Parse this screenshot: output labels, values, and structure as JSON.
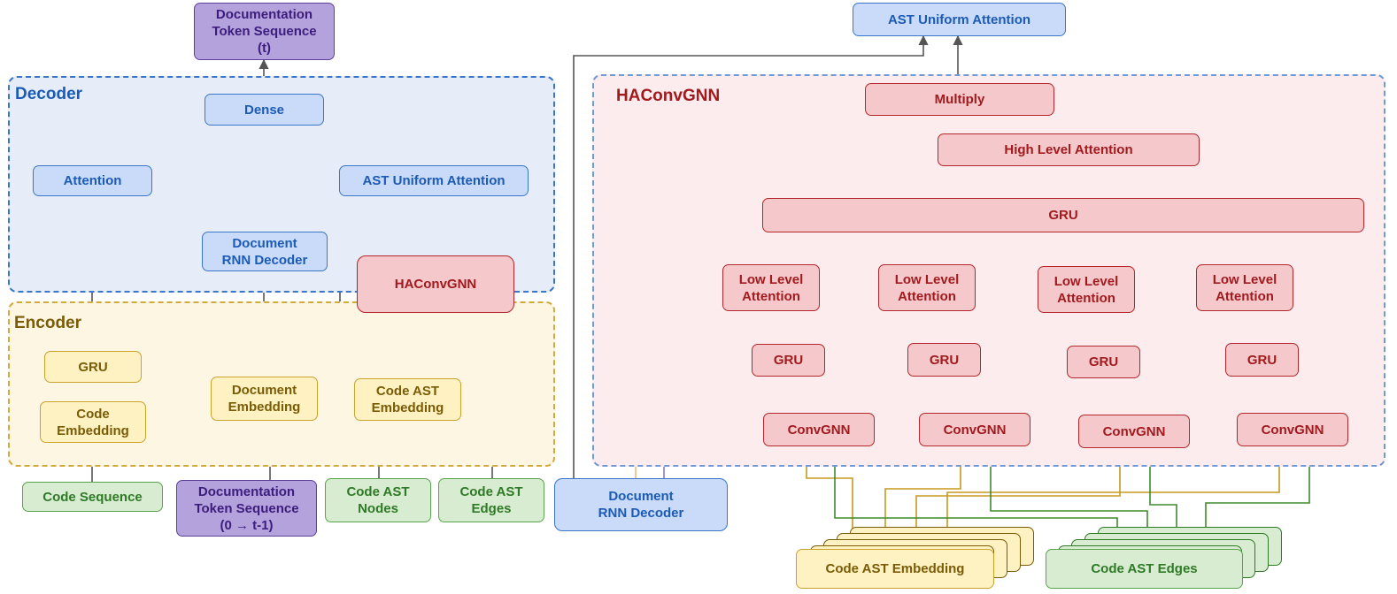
{
  "left": {
    "output_label": "Documentation\nToken Sequence\n(t)",
    "decoder": {
      "title": "Decoder",
      "dense": "Dense",
      "attention": "Attention",
      "ast_uniform_attention": "AST Uniform Attention",
      "document_rnn_decoder": "Document\nRNN Decoder"
    },
    "haconvgnn": "HAConvGNN",
    "encoder": {
      "title": "Encoder",
      "gru": "GRU",
      "code_embedding": "Code\nEmbedding",
      "document_embedding": "Document\nEmbedding",
      "code_ast_embedding": "Code AST\nEmbedding"
    },
    "inputs": {
      "code_sequence": "Code Sequence",
      "documentation_token_sequence": "Documentation\nToken Sequence\n(0 → t-1)",
      "code_ast_nodes": "Code AST\nNodes",
      "code_ast_edges": "Code AST\nEdges"
    }
  },
  "right": {
    "ast_uniform_attention": "AST Uniform Attention",
    "region_title": "HAConvGNN",
    "multiply": "Multiply",
    "high_level_attention": "High Level Attention",
    "gru_top": "GRU",
    "low_level_attention": [
      "Low Level\nAttention",
      "Low Level\nAttention",
      "Low Level\nAttention",
      "Low Level\nAttention"
    ],
    "gru": [
      "GRU",
      "GRU",
      "GRU",
      "GRU"
    ],
    "convgnn": [
      "ConvGNN",
      "ConvGNN",
      "ConvGNN",
      "ConvGNN"
    ],
    "document_rnn_decoder": "Document\nRNN Decoder",
    "code_ast_embedding": "Code AST Embedding",
    "code_ast_edges": "Code AST Edges"
  },
  "colors": {
    "decoder_fill": "#e6edf9",
    "decoder_border": "#3a76c8",
    "encoder_fill": "#fdf6e3",
    "encoder_border": "#d1a93c",
    "haconvgnn_fill": "#fcecee",
    "haconvgnn_border": "#6f9ad6",
    "wire_gray": "#555555",
    "wire_dark_red": "#9b1b1e",
    "wire_salmon": "#e58b78",
    "wire_orange": "#f4b77a",
    "wire_purple": "#8c7ad2",
    "wire_blue": "#6a9be0",
    "wire_gold": "#c79a1d",
    "wire_green": "#3f8a2c"
  }
}
